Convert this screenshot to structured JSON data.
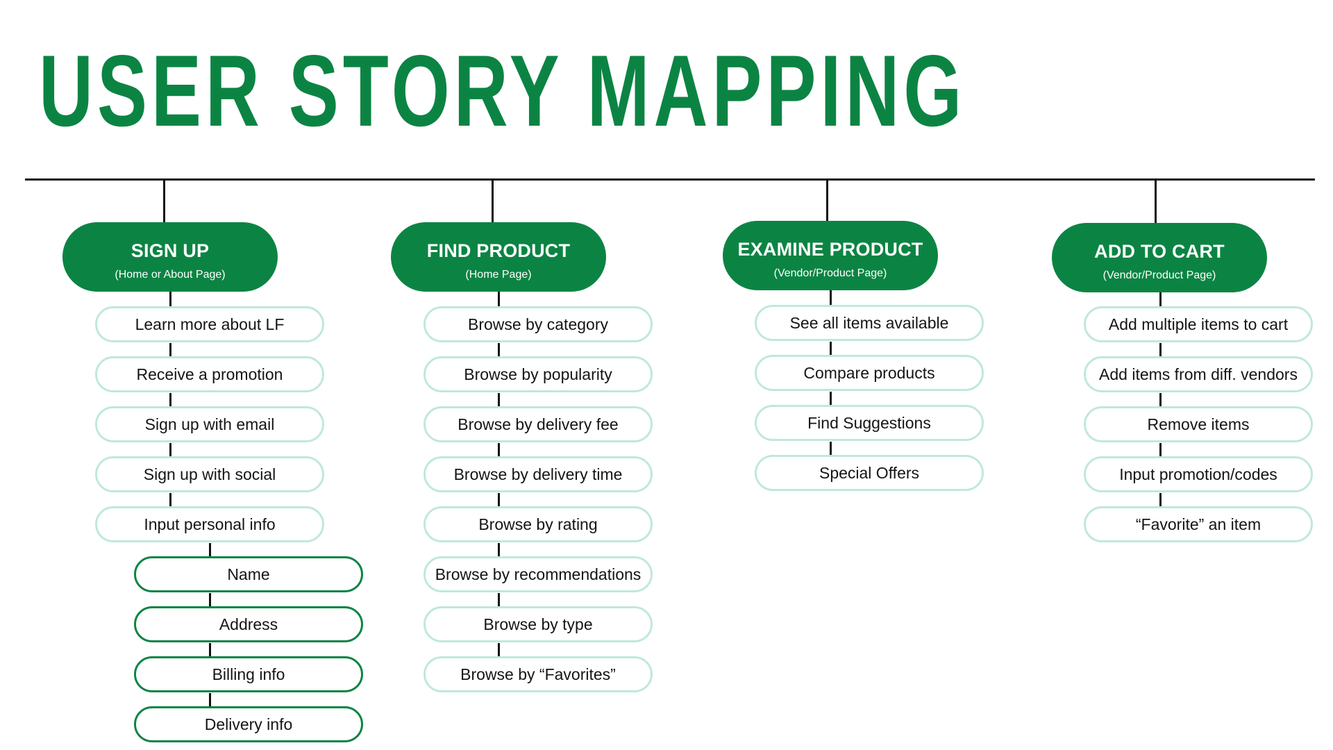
{
  "title": "USER STORY MAPPING",
  "colors": {
    "accent": "#0b8443",
    "story_border": "#bfe9d8",
    "line": "#111111"
  },
  "columns": [
    {
      "title": "SIGN UP",
      "subtitle": "(Home or About Page)",
      "stories": [
        "Learn more about LF",
        "Receive a promotion",
        "Sign up with email",
        "Sign up with social",
        "Input personal info"
      ],
      "details": [
        "Name",
        "Address",
        "Billing info",
        "Delivery info"
      ]
    },
    {
      "title": "FIND PRODUCT",
      "subtitle": "(Home Page)",
      "stories": [
        "Browse by category",
        "Browse by popularity",
        "Browse by delivery fee",
        "Browse by delivery time",
        "Browse by rating",
        "Browse by recommendations",
        "Browse by type",
        "Browse by “Favorites”"
      ]
    },
    {
      "title": "EXAMINE PRODUCT",
      "subtitle": "(Vendor/Product Page)",
      "stories": [
        "See all items available",
        "Compare products",
        "Find Suggestions",
        "Special Offers"
      ]
    },
    {
      "title": "ADD TO CART",
      "subtitle": "(Vendor/Product Page)",
      "stories": [
        "Add multiple items to cart",
        "Add items from diff. vendors",
        "Remove items",
        "Input promotion/codes",
        "“Favorite” an item"
      ]
    }
  ]
}
